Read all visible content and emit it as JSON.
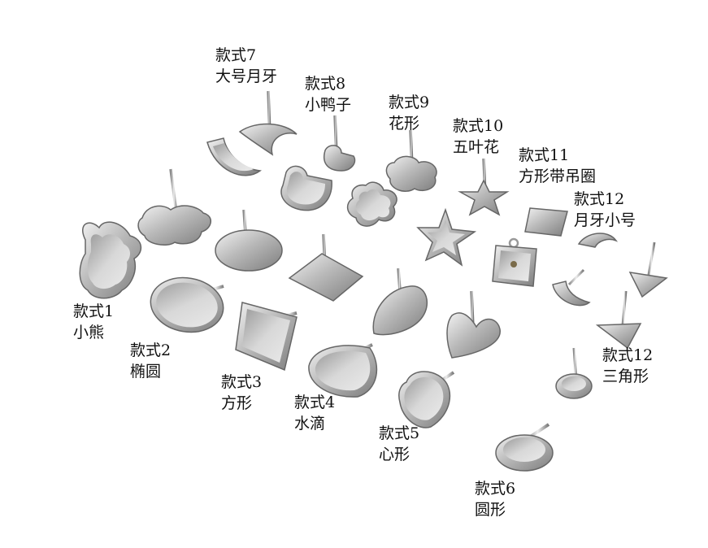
{
  "labels": {
    "s1": {
      "style": "款式1",
      "name": "小熊"
    },
    "s2": {
      "style": "款式2",
      "name": "椭圆"
    },
    "s3": {
      "style": "款式3",
      "name": "方形"
    },
    "s4": {
      "style": "款式4",
      "name": "水滴"
    },
    "s5": {
      "style": "款式5",
      "name": "心形"
    },
    "s6": {
      "style": "款式6",
      "name": "圆形"
    },
    "s7": {
      "style": "款式7",
      "name": "大号月牙"
    },
    "s8": {
      "style": "款式8",
      "name": "小鸭子"
    },
    "s9": {
      "style": "款式9",
      "name": "花形"
    },
    "s10": {
      "style": "款式10",
      "name": "五叶花"
    },
    "s11": {
      "style": "款式11",
      "name": "方形带吊圈"
    },
    "s12a": {
      "style": "款式12",
      "name": "月牙小号"
    },
    "s12b": {
      "style": "款式12",
      "name": "三角形"
    }
  }
}
